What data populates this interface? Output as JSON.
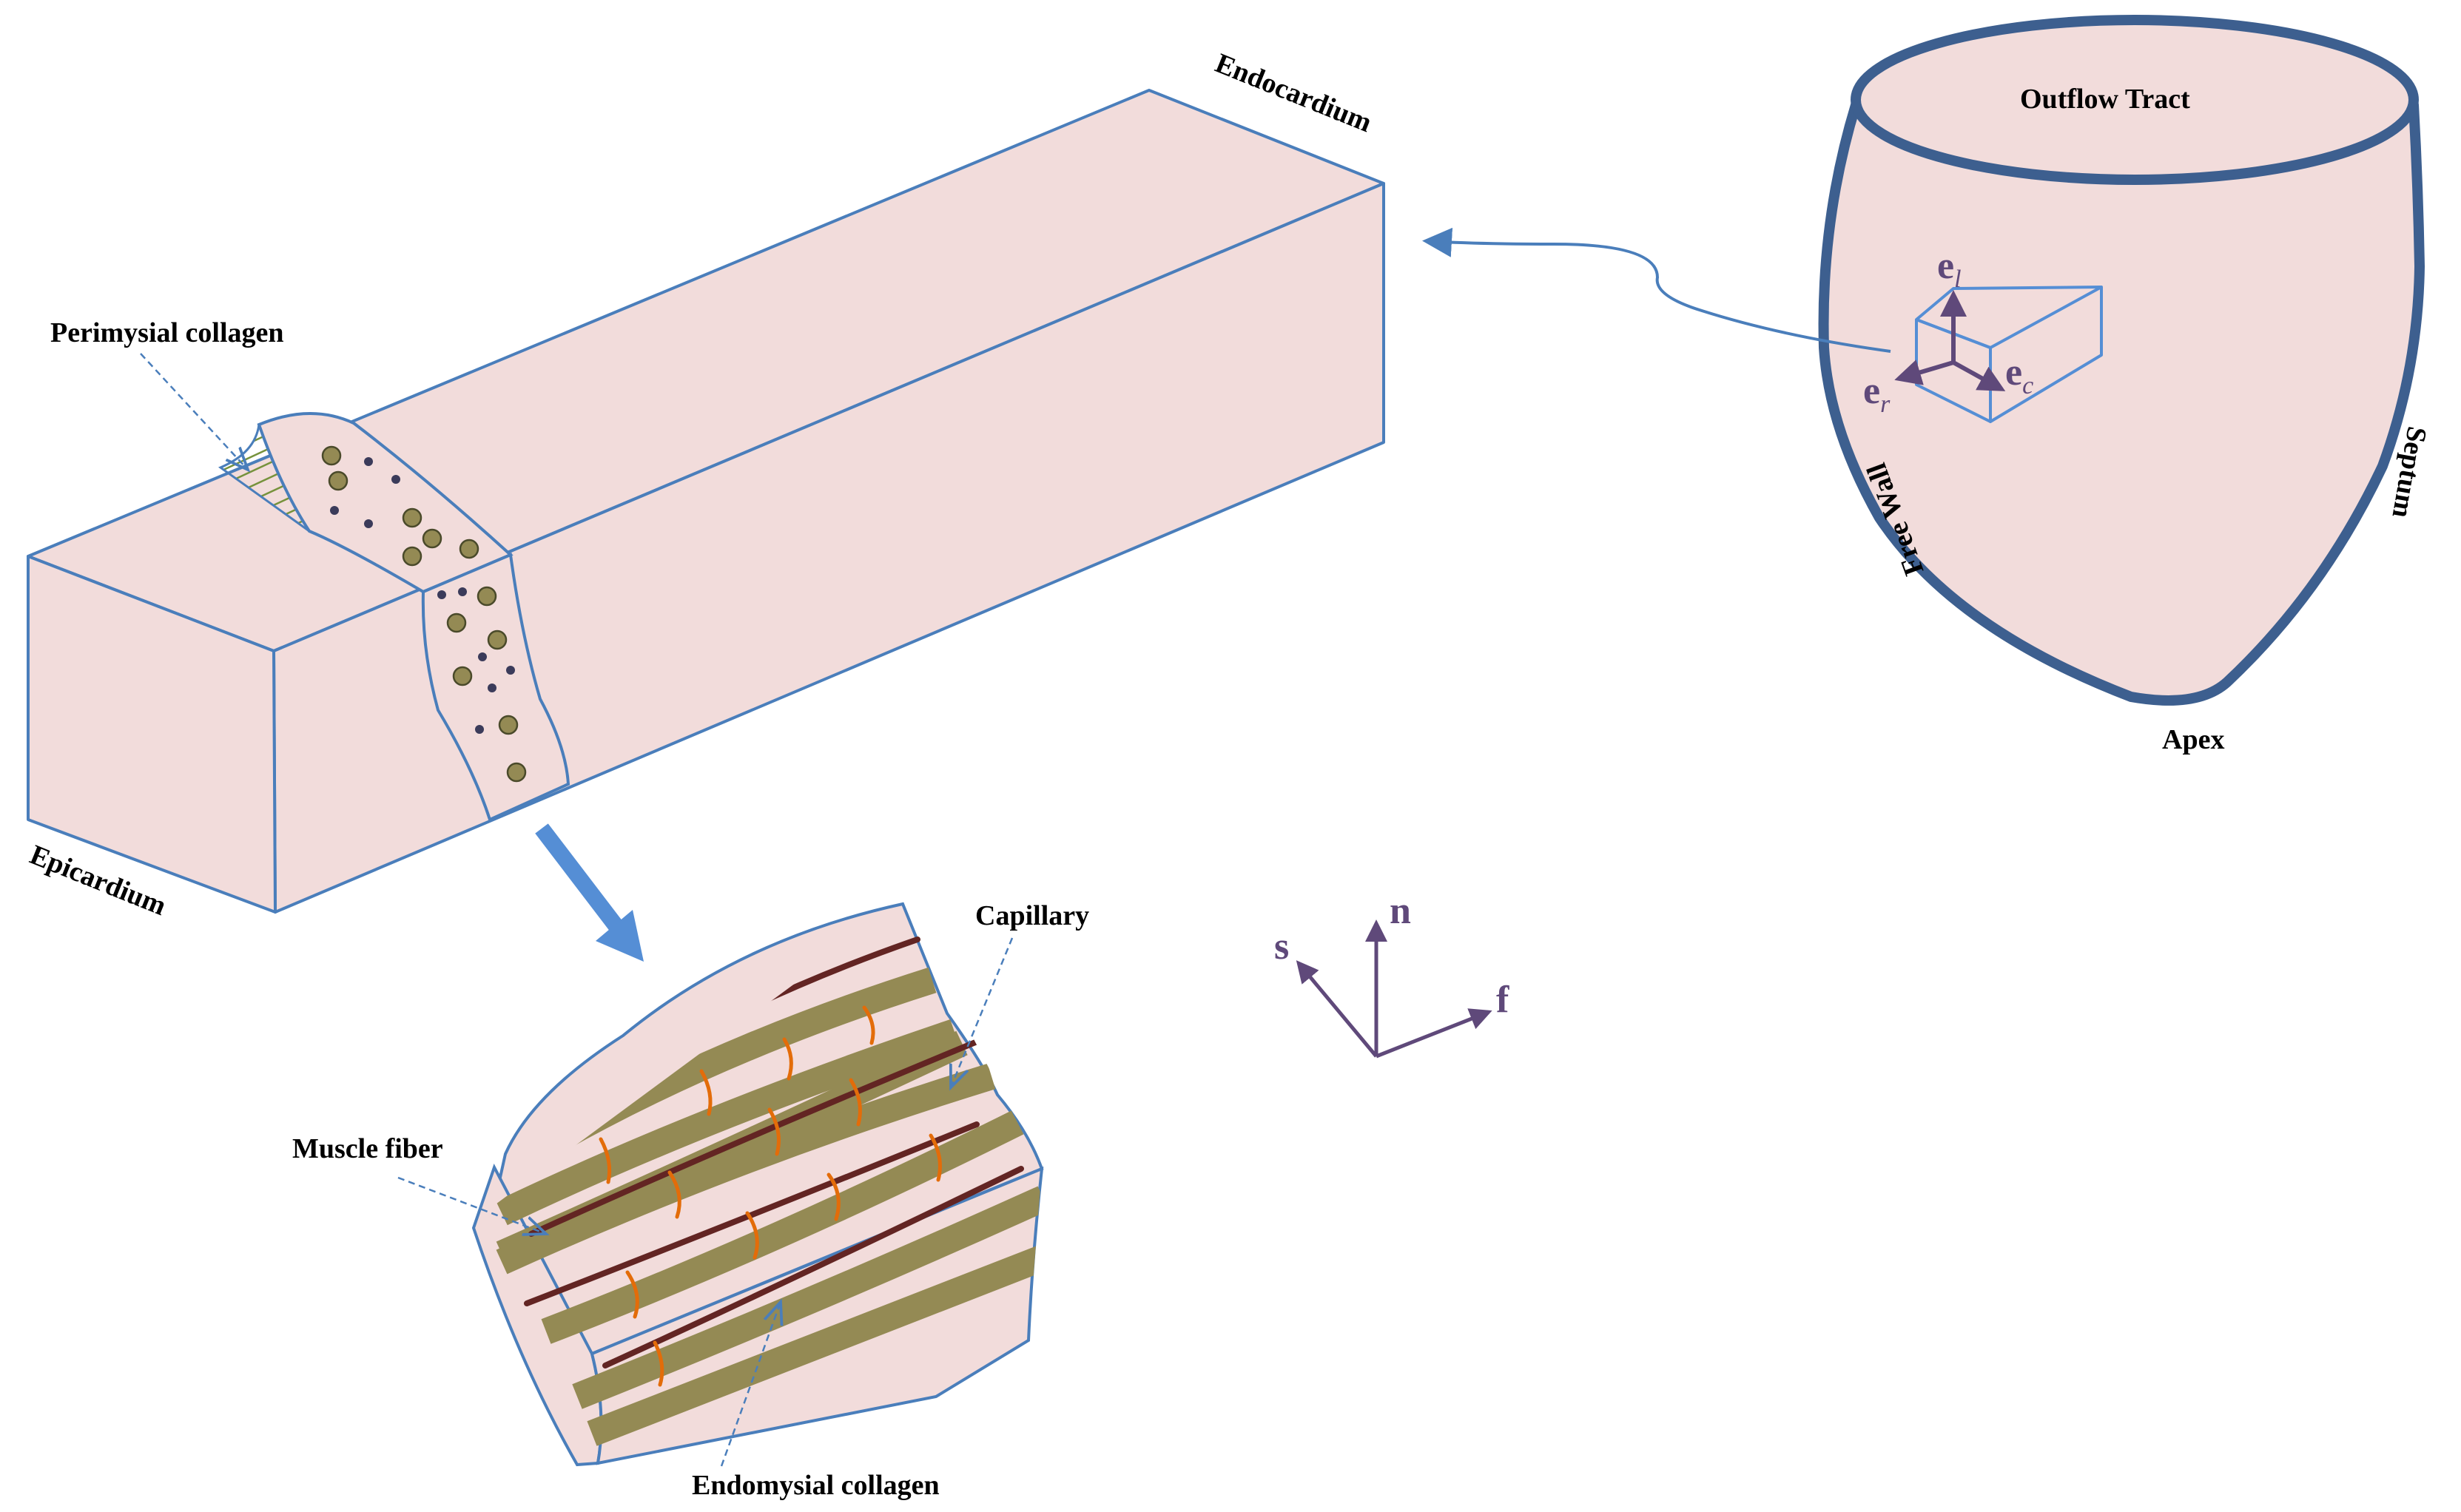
{
  "labels": {
    "endocardium": "Endocardium",
    "epicardium": "Epicardium",
    "perimysial_collagen": "Perimysial collagen",
    "capillary": "Capillary",
    "muscle_fiber": "Muscle fiber",
    "endomysial_collagen": "Endomysial collagen",
    "outflow_tract": "Outflow Tract",
    "free_wall": "Free Wall",
    "septum": "Septum",
    "apex": "Apex"
  },
  "local_axes": {
    "e_l": {
      "base": "e",
      "sub": "l"
    },
    "e_c": {
      "base": "e",
      "sub": "c"
    },
    "e_r": {
      "base": "e",
      "sub": "r"
    }
  },
  "fiber_axes": {
    "n": "n",
    "s": "s",
    "f": "f"
  },
  "colors": {
    "tissue": "#f2dcdb",
    "outline": "#4a7ebb",
    "heart_outline": "#3d5f8f",
    "muscle_fiber": "#948a54",
    "capillary": "#632523",
    "endomysial": "#e36c09",
    "axis": "#5f497a",
    "arrow": "#558ed5",
    "perimysial_hatch": "#76923c"
  }
}
